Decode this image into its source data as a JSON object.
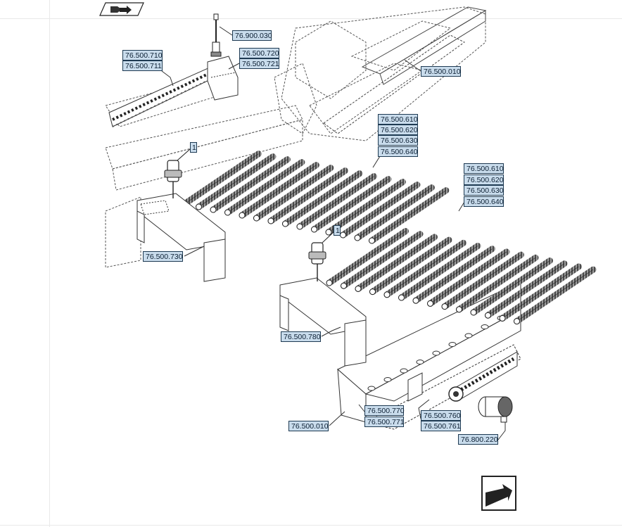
{
  "callouts": {
    "c_900_030": "76.900.030",
    "c_710": "76.500.710",
    "c_711": "76.500.711",
    "c_720": "76.500.720",
    "c_721": "76.500.721",
    "c_010_top": "76.500.010",
    "c_610_a": "76.500.610",
    "c_620_a": "76.500.620",
    "c_630_a": "76.500.630",
    "c_640_a": "76.500.640",
    "c_610_b": "76.500.610",
    "c_620_b": "76.500.620",
    "c_630_b": "76.500.630",
    "c_640_b": "76.500.640",
    "c_730": "76.500.730",
    "c_780": "76.500.780",
    "c_010_bottom": "76.500.010",
    "c_770": "76.500.770",
    "c_771": "76.500.771",
    "c_760": "76.500.760",
    "c_761": "76.500.761",
    "c_800_220": "76.800.220",
    "marker_1_a": "1",
    "marker_1_b": "1"
  },
  "icons": {
    "top_left": "book-arrow-icon",
    "bottom_right": "next-page-arrow-icon"
  },
  "colors": {
    "callout_fill": "#c9dcec",
    "callout_border": "#1e3a52",
    "line": "#333333"
  }
}
